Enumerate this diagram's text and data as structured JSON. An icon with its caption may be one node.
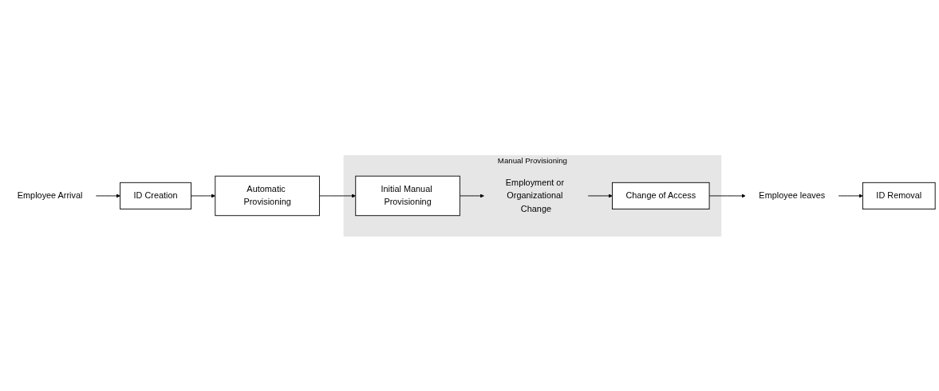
{
  "diagram": {
    "nodes": [
      {
        "text": [
          "Employee Arrival"
        ]
      },
      {
        "text": [
          "ID Creation"
        ]
      },
      {
        "text": [
          "Automatic Provisioning"
        ]
      },
      {
        "text": [
          "Manual Provisioning"
        ]
      },
      {
        "text": [
          "Initial Manual Provisioning"
        ],
        "in": 3
      },
      {
        "text": [
          "Employment or Organizational Change"
        ],
        "in": 3
      },
      {
        "text": [
          "Change of Access"
        ],
        "in": 3
      },
      {
        "text": [
          "Employee leaves"
        ]
      },
      {
        "text": [
          "ID Removal"
        ]
      }
    ],
    "edges": [
      {
        "from": 0,
        "to": 1,
        "arrow": "to"
      },
      {
        "from": 1,
        "to": 2,
        "arrow": "to"
      },
      {
        "from": 2,
        "to": 4,
        "arrow": "to"
      },
      {
        "from": 4,
        "to": 5,
        "arrow": "to"
      },
      {
        "from": 5,
        "to": 6,
        "arrow": "to"
      },
      {
        "from": 6,
        "to": 7,
        "arrow": "to"
      },
      {
        "from": 7,
        "to": 8,
        "arrow": "to"
      }
    ]
  }
}
